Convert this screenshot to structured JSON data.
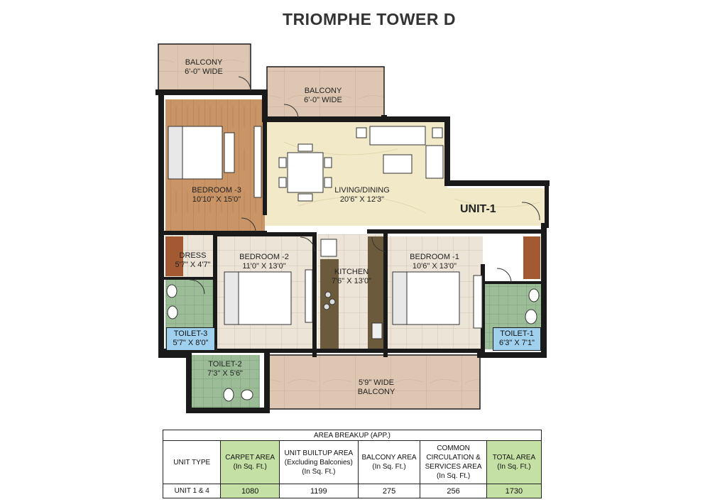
{
  "title": "TRIOMPHE TOWER D",
  "unit_label": "UNIT-1",
  "rooms": {
    "balcony_left": {
      "name": "BALCONY",
      "size": "6'-0\" WIDE"
    },
    "balcony_top": {
      "name": "BALCONY",
      "size": "6'-0\" WIDE"
    },
    "bedroom3": {
      "name": "BEDROOM -3",
      "size": "10'10\" X 15'0\""
    },
    "living": {
      "name": "LIVING/DINING",
      "size": "20'6\" X 12'3\""
    },
    "dress": {
      "name": "DRESS",
      "size": "5'7\" X 4'7\""
    },
    "bedroom2": {
      "name": "BEDROOM -2",
      "size": "11'0\" X 13'0\""
    },
    "kitchen": {
      "name": "KITCHEN",
      "size": "7'6\" X 13'0\""
    },
    "bedroom1": {
      "name": "BEDROOM -1",
      "size": "10'6\" X 13'0\""
    },
    "toilet3": {
      "name": "TOILET-3",
      "size": "5'7\" X 8'0\""
    },
    "toilet1": {
      "name": "TOILET-1",
      "size": "6'3\" X 7'1\""
    },
    "toilet2": {
      "name": "TOILET-2",
      "size": "7'3\" X 5'6\""
    },
    "balcony_bottom": {
      "name": "5'9\" WIDE",
      "size": "BALCONY"
    }
  },
  "area_table": {
    "caption": "AREA BREAKUP (APP.)",
    "headers": {
      "unit_type": "UNIT TYPE",
      "carpet_1": "CARPET AREA",
      "carpet_2": "(In Sq. Ft.)",
      "builtup_1": "UNIT BUILTUP AREA",
      "builtup_2": "(Excluding Balconies)",
      "builtup_3": "(In Sq. Ft.)",
      "balcony_1": "BALCONY AREA",
      "balcony_2": "(In Sq. Ft.)",
      "common_1": "COMMON",
      "common_2": "CIRCULATION &",
      "common_3": "SERVICES AREA",
      "common_4": "(In Sq. Ft.)",
      "total_1": "TOTAL AREA",
      "total_2": "(In Sq. Ft.)"
    },
    "row": {
      "unit_type": "UNIT 1 & 4",
      "carpet": "1080",
      "builtup": "1199",
      "balcony": "275",
      "common": "256",
      "total": "1730"
    },
    "highlight_color": "#c5e0a4"
  },
  "colors": {
    "wall": "#1a1a1a",
    "wood_floor": "#c99466",
    "marble": "#f2e9c9",
    "tile": "#ece4d6",
    "bath_tile": "#9cbc98",
    "balcony_tile": "#ddc7b2",
    "toilet_label": "#9fd0ee"
  }
}
